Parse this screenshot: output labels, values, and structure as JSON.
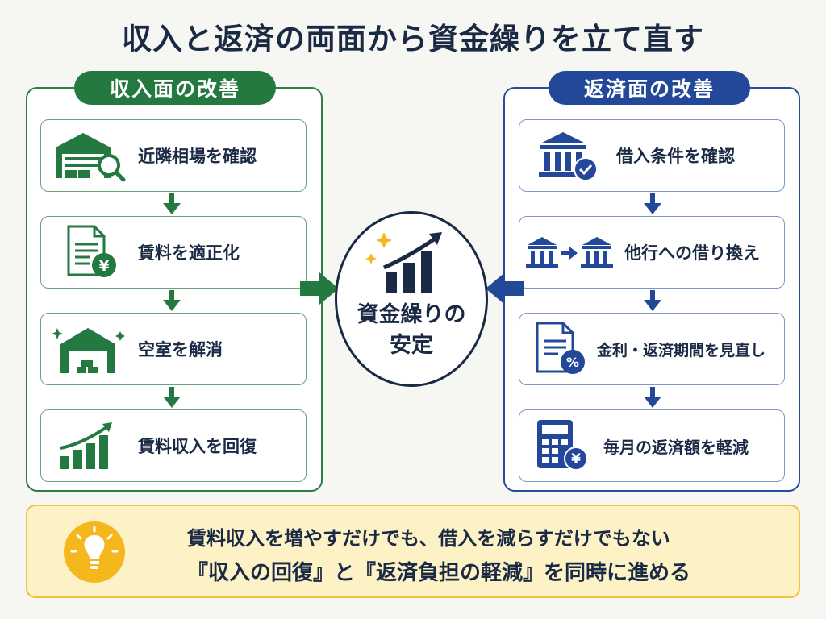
{
  "title": "収入と返済の両面から資金繰りを立て直す",
  "left_panel": {
    "heading": "収入面の改善",
    "color": "#23793f",
    "steps": [
      {
        "label": "近隣相場を確認",
        "icon": "warehouse-search-icon"
      },
      {
        "label": "賃料を適正化",
        "icon": "yen-document-icon"
      },
      {
        "label": "空室を解消",
        "icon": "warehouse-sparkle-icon"
      },
      {
        "label": "賃料収入を回復",
        "icon": "growth-chart-icon"
      }
    ]
  },
  "right_panel": {
    "heading": "返済面の改善",
    "color": "#23489a",
    "steps": [
      {
        "label": "借入条件を確認",
        "icon": "bank-check-icon"
      },
      {
        "label": "他行への借り換え",
        "icon": "bank-transfer-icon"
      },
      {
        "label": "金利・返済期間を見直し",
        "icon": "percent-document-icon"
      },
      {
        "label": "毎月の返済額を軽減",
        "icon": "calculator-yen-icon"
      }
    ]
  },
  "center": {
    "line1": "資金繰りの",
    "line2": "安定",
    "icon": "rising-chart-icon"
  },
  "bottom": {
    "line1": "賃料収入を増やすだけでも、借入を減らすだけでもない",
    "line2": "『収入の回復』と『返済負担の軽減』を同時に進める",
    "icon": "lightbulb-icon"
  },
  "colors": {
    "green": "#23793f",
    "blue": "#23489a",
    "navy": "#1b2a44",
    "yellow": "#f5b81c"
  }
}
